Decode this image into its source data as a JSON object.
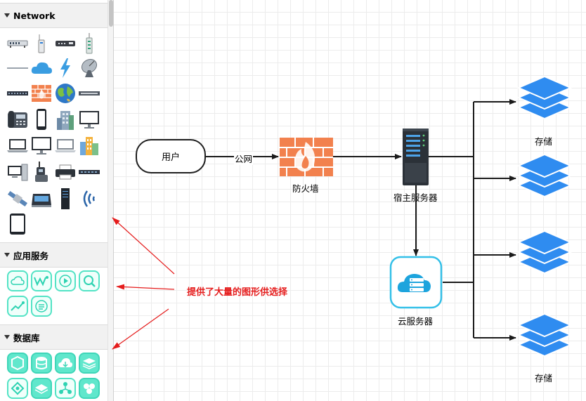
{
  "sidebar": {
    "sections": [
      {
        "title": "Network"
      },
      {
        "title": "应用服务"
      },
      {
        "title": "数据库"
      }
    ]
  },
  "diagram": {
    "user_label": "用户",
    "edge_label": "公网",
    "firewall_label": "防火墙",
    "host_label": "宿主服务器",
    "cloud_label": "云服务器",
    "storage_top_label": "存储",
    "storage_bottom_label": "存储"
  },
  "annotation": {
    "text": "提供了大量的图形供选择",
    "color": "#e51c1c"
  },
  "colors": {
    "accent_blue": "#2f8cf0",
    "mint": "#53e3c5",
    "firewall": "#f2814e"
  }
}
